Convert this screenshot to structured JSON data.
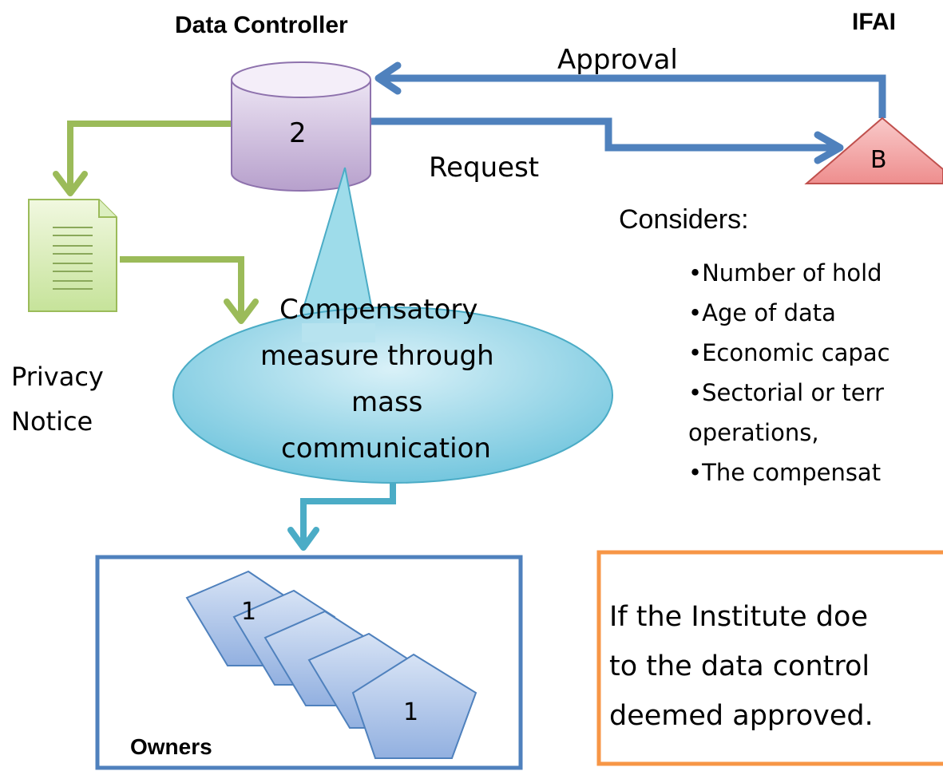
{
  "header": {
    "controller_title": "Data Controller",
    "authority_title": "IFAI"
  },
  "flow": {
    "approval_label": "Approval",
    "request_label": "Request"
  },
  "controller": {
    "node_label": "2",
    "fill": "#c9b6d8",
    "stroke": "#8e72ad"
  },
  "authority": {
    "node_label": "B",
    "fill": "#f4a3a3",
    "stroke": "#c0504d"
  },
  "privacy_notice": {
    "line1": "Privacy",
    "line2": "Notice"
  },
  "callout": {
    "lines": [
      "Compensatory",
      "measure through",
      "mass",
      "communication"
    ],
    "fill": "#8fd3e6"
  },
  "considers": {
    "title": "Considers:",
    "items": [
      "•Number of hold",
      "•Age of data",
      "•Economic capac",
      "•Sectorial or terr",
      "operations,",
      "•The compensat"
    ]
  },
  "owners": {
    "label": "Owners",
    "pentagon_labels": [
      "1",
      "",
      "",
      "",
      "1"
    ],
    "fill": "#a9c3e8",
    "border": "#4f81bd"
  },
  "note": {
    "lines": [
      "If the Institute doe",
      "to the data control",
      "deemed approved."
    ],
    "border": "#f79646"
  },
  "colors": {
    "blue_arrow": "#4f81bd",
    "green_arrow": "#9bbb59",
    "teal_arrow": "#4bacc6"
  }
}
